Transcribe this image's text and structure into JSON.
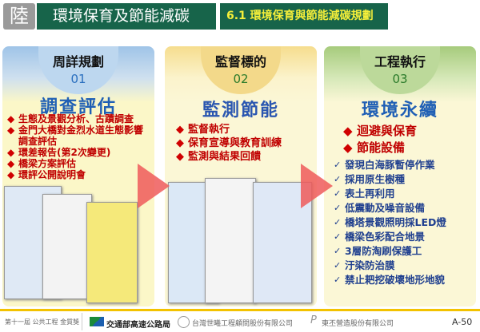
{
  "header": {
    "chapter": "陸",
    "title": "環境保育及節能減碳",
    "section": "6.1 環境保育與節能減碳規劃"
  },
  "panels": [
    {
      "tab": "周詳規劃",
      "num": "01",
      "title": "調查評估",
      "num_color": "#2a6fbf",
      "title_color": "#1f5fb5",
      "items": [
        "生態及景觀分析、古蹟調查",
        "金門大橋對金烈水道生態影響調查評估",
        "環差報告(第2次變更)",
        "橋梁方案評估",
        "環評公開說明會"
      ]
    },
    {
      "tab": "監督標的",
      "num": "02",
      "title": "監測節能",
      "num_color": "#2a7a2a",
      "title_color": "#2a56b0",
      "items": [
        "監督執行",
        "保育宣導與教育訓練",
        "監測與結果回饋"
      ]
    },
    {
      "tab": "工程執行",
      "num": "03",
      "title": "環境永續",
      "num_color": "#2a7a2a",
      "title_color": "#1f5fb5",
      "items": [
        "迴避與保育",
        "節能設備"
      ],
      "checks": [
        "發現白海豚暫停作業",
        "採用原生樹種",
        "表土再利用",
        "低震動及噪音設備",
        "橋塔景觀照明採LED燈",
        "橋梁色彩配合地景",
        "3層防淘刷保護工",
        "汙染防治膜",
        "禁止耙挖破壞地形地貌"
      ]
    }
  ],
  "footer": {
    "award": "第十一屆 公共工程 金質獎",
    "org1": "交通部高速公路局",
    "org2": "台灣世曦工程顧問股份有限公司",
    "org3": "東丕營造股份有限公司",
    "page": "A-50"
  }
}
